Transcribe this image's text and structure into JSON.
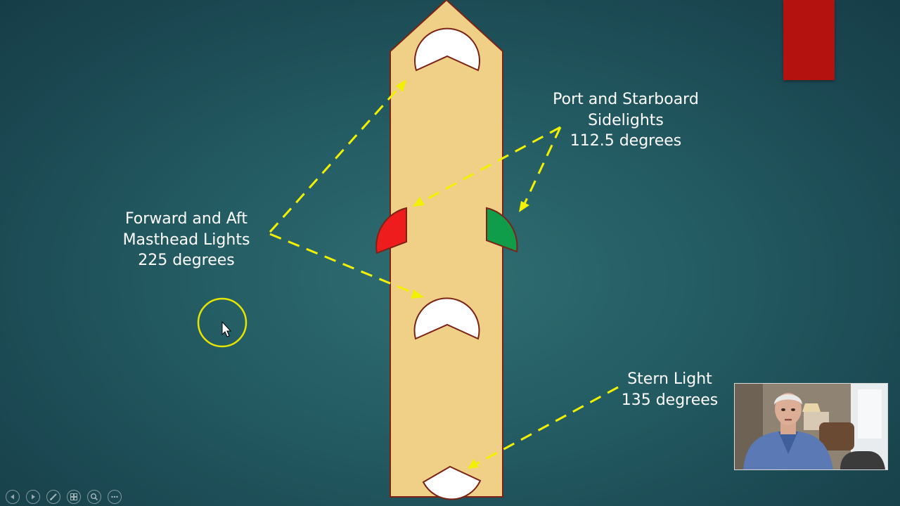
{
  "labels": {
    "masthead": [
      "Forward and Aft",
      "Masthead Lights",
      "225 degrees"
    ],
    "sidelights": [
      "Port and Starboard",
      "Sidelights",
      "112.5 degrees"
    ],
    "stern": [
      "Stern Light",
      "135 degrees"
    ]
  },
  "colors": {
    "hull_fill": "#f0cf87",
    "hull_outline": "#7a2316",
    "port_light": "#ee1c1c",
    "starboard_light": "#0f9d4a",
    "arrow": "#f2f200",
    "pointer_ring": "#e6e600",
    "corner_bar": "#b3120f"
  },
  "toolbar": {
    "buttons": [
      {
        "name": "previous-slide-button",
        "icon": "triangle-left-icon"
      },
      {
        "name": "next-slide-button",
        "icon": "triangle-right-icon"
      },
      {
        "name": "pen-tool-button",
        "icon": "pen-icon"
      },
      {
        "name": "see-all-slides-button",
        "icon": "slides-grid-icon"
      },
      {
        "name": "zoom-button",
        "icon": "magnifier-icon"
      },
      {
        "name": "more-options-button",
        "icon": "ellipsis-icon"
      }
    ]
  }
}
